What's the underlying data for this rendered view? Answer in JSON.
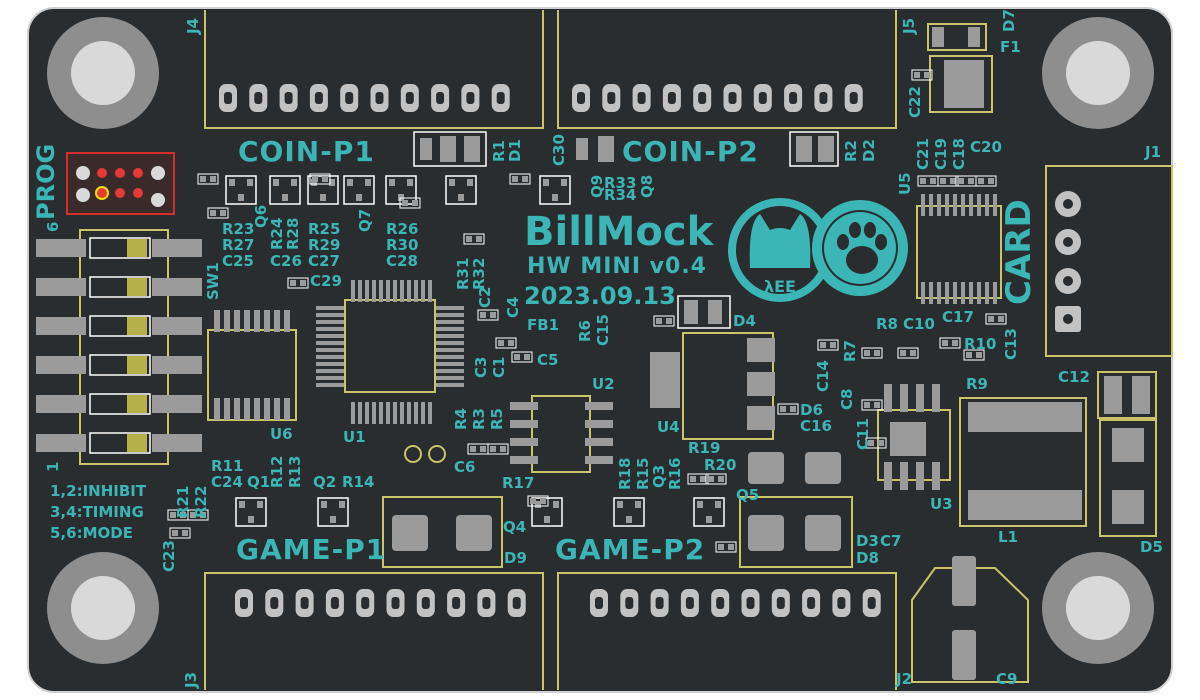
{
  "board": {
    "title": "BillMock",
    "version": "HW MINI v0.4",
    "date": "2023.09.13",
    "logo_text": "λEE",
    "card_label": "CARD",
    "prog_label": "PROG",
    "colors": {
      "board": "#2a2d2f",
      "silk": "#3bb5b5",
      "copper": "#c2c2c2",
      "edge": "#c9c46a",
      "pad_gold": "#b7b04a",
      "body": "#9b9b9b",
      "hole": "#d9d9d9"
    }
  },
  "connectors": {
    "coin_p1": "COIN-P1",
    "coin_p2": "COIN-P2",
    "game_p1": "GAME-P1",
    "game_p2": "GAME-P2",
    "j1": "J1",
    "j2": "J2",
    "j3": "J3",
    "j4": "J4",
    "j5": "J5"
  },
  "sw1": {
    "ref": "SW1",
    "pin_top": "6",
    "pin_bottom": "1",
    "legend": [
      "1,2:INHIBIT",
      "3,4:TIMING",
      "5,6:MODE"
    ]
  },
  "refs": {
    "r23": "R23",
    "r27": "R27",
    "c25": "C25",
    "q6": "Q6",
    "r24": "R24",
    "r28": "R28",
    "c26": "C26",
    "r25": "R25",
    "r29": "R29",
    "c27": "C27",
    "q7": "Q7",
    "r26": "R26",
    "r30": "R30",
    "c28": "C28",
    "c29": "C29",
    "r1": "R1",
    "d1": "D1",
    "c30": "C30",
    "r2": "R2",
    "d2": "D2",
    "q9": "Q9",
    "r33": "R33",
    "r34": "R34",
    "q8": "Q8",
    "r31": "R31",
    "r32": "R32",
    "c2": "C2",
    "c4": "C4",
    "c3": "C3",
    "c1": "C1",
    "fb1": "FB1",
    "c5": "C5",
    "r6": "R6",
    "c15": "C15",
    "d4": "D4",
    "u5": "U5",
    "c21": "C21",
    "c19": "C19",
    "c18": "C18",
    "c20": "C20",
    "c22": "C22",
    "d7": "D7",
    "f1": "F1",
    "c17": "C17",
    "r8": "R8",
    "c10": "C10",
    "r7": "R7",
    "r10": "R10",
    "c13": "C13",
    "c14": "C14",
    "c8": "C8",
    "d6": "D6",
    "c16": "C16",
    "r9": "R9",
    "c12": "C12",
    "c11": "C11",
    "u1": "U1",
    "u2": "U2",
    "u3": "U3",
    "u4": "U4",
    "u6": "U6",
    "l1": "L1",
    "r4": "R4",
    "r3": "R3",
    "r5": "R5",
    "c6": "C6",
    "r19": "R19",
    "r20": "R20",
    "r17": "R17",
    "r18": "R18",
    "r15": "R15",
    "q3": "Q3",
    "r16": "R16",
    "q5": "Q5",
    "q4": "Q4",
    "r11": "R11",
    "c24": "C24",
    "q1": "Q1",
    "r12": "R12",
    "r13": "R13",
    "q2": "Q2",
    "r14": "R14",
    "r21": "R21",
    "r22": "R22",
    "c23": "C23",
    "d9": "D9",
    "d3": "D3",
    "c7": "C7",
    "d8": "D8",
    "d5": "D5",
    "c9": "C9"
  }
}
